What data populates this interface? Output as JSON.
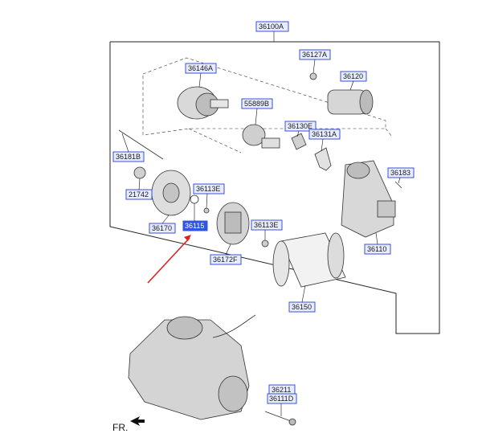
{
  "diagram": {
    "assembly_label": "36100A",
    "part_labels": [
      {
        "id": "p36127A",
        "text": "36127A"
      },
      {
        "id": "p36120",
        "text": "36120"
      },
      {
        "id": "p36146A",
        "text": "36146A"
      },
      {
        "id": "p55889B",
        "text": "55889B"
      },
      {
        "id": "p36130E",
        "text": "36130E"
      },
      {
        "id": "p36131A",
        "text": "36131A"
      },
      {
        "id": "p36181B",
        "text": "36181B"
      },
      {
        "id": "p36183",
        "text": "36183"
      },
      {
        "id": "p21742",
        "text": "21742"
      },
      {
        "id": "p36113E_a",
        "text": "36113E"
      },
      {
        "id": "p36115",
        "text": "36115"
      },
      {
        "id": "p36113E_b",
        "text": "36113E"
      },
      {
        "id": "p36170",
        "text": "36170"
      },
      {
        "id": "p36172F",
        "text": "36172F"
      },
      {
        "id": "p36110",
        "text": "36110"
      },
      {
        "id": "p36150",
        "text": "36150"
      },
      {
        "id": "p36211",
        "text": "36211"
      },
      {
        "id": "p36111D",
        "text": "36111D"
      }
    ],
    "highlighted_part": "36115",
    "direction_label": "FR.",
    "colors": {
      "label_fill": "#e8ecff",
      "label_border": "#3b4fd8",
      "highlight": "#2f55e6",
      "pointer_arrow": "#e02020"
    }
  }
}
